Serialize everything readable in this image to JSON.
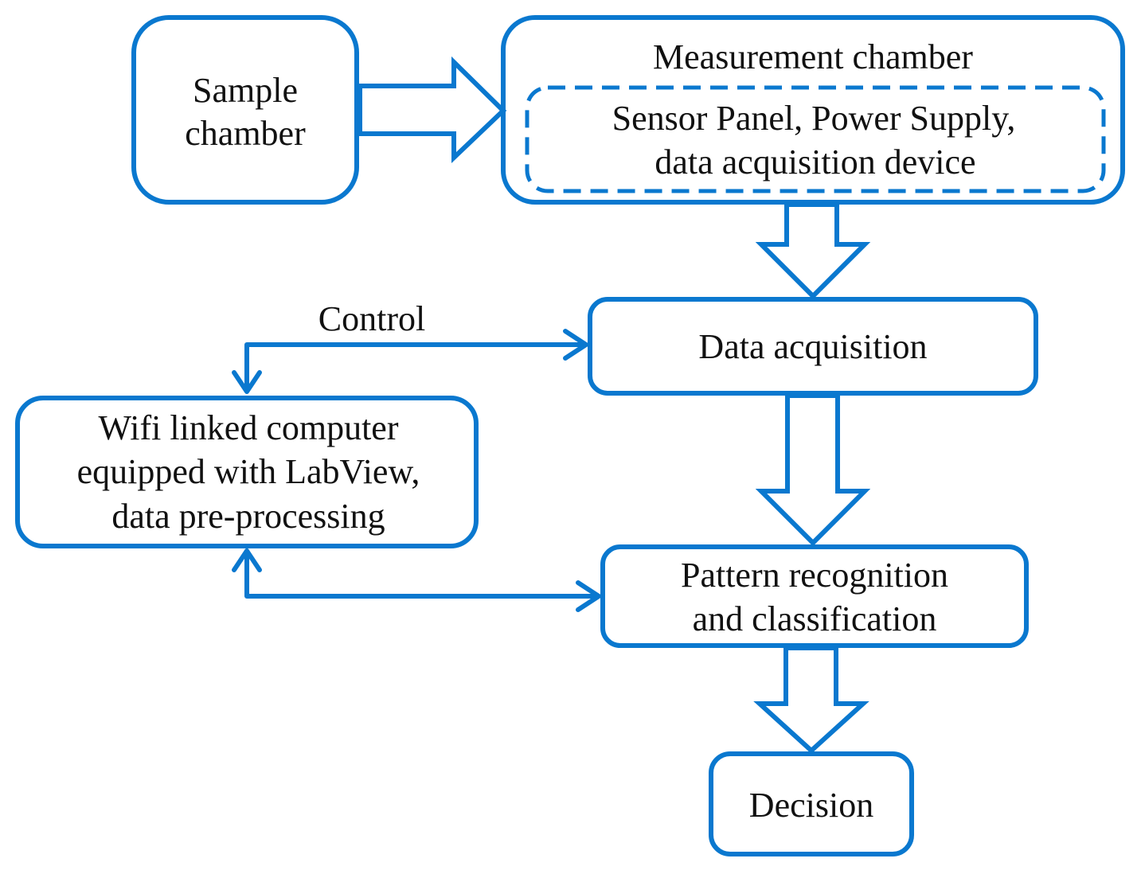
{
  "colors": {
    "stroke": "#0a78cf",
    "text": "#111111",
    "background": "#ffffff"
  },
  "nodes": {
    "sample_chamber": {
      "lines": [
        "Sample",
        "chamber"
      ]
    },
    "measurement_chamber": {
      "title": "Measurement chamber",
      "inner_lines": [
        "Sensor Panel, Power Supply,",
        "data acquisition device"
      ]
    },
    "data_acquisition": {
      "label": "Data acquisition"
    },
    "computer": {
      "lines": [
        "Wifi linked computer",
        "equipped with LabView,",
        "data pre-processing"
      ]
    },
    "pattern_recognition": {
      "lines": [
        "Pattern recognition",
        "and classification"
      ]
    },
    "decision": {
      "label": "Decision"
    }
  },
  "edges": {
    "control_label": "Control"
  }
}
